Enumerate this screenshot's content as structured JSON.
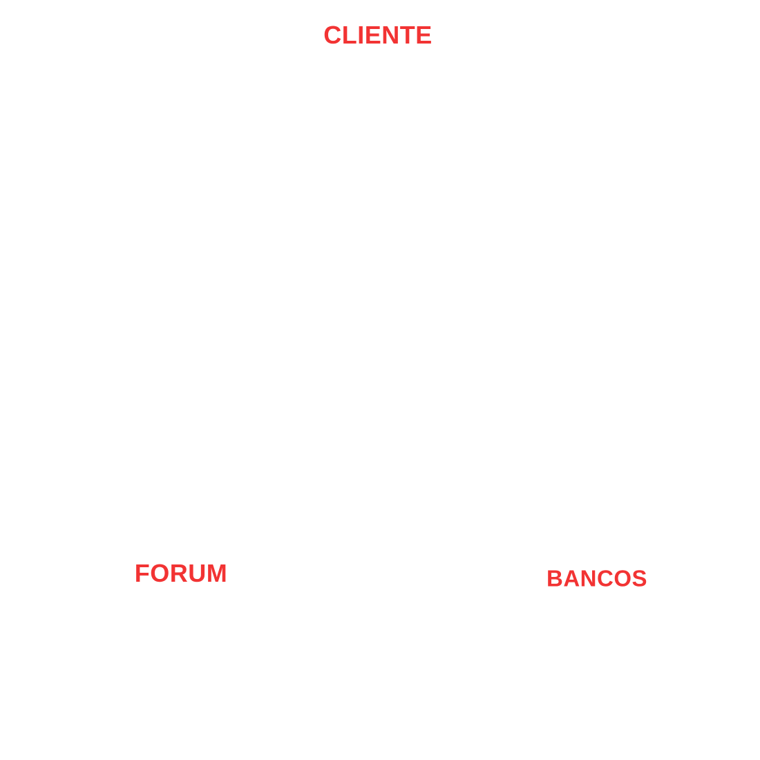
{
  "colors": {
    "label": "#f23333",
    "background": "#ffffff"
  },
  "nodes": [
    {
      "id": "cliente",
      "label": "CLIENTE"
    },
    {
      "id": "forum",
      "label": "FORUM"
    },
    {
      "id": "bancos",
      "label": "BANCOS"
    }
  ]
}
